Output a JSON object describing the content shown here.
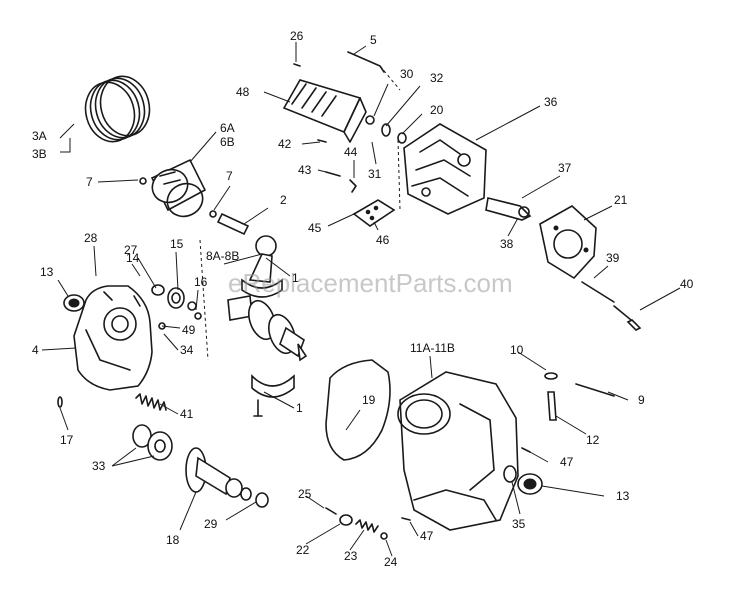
{
  "callouts": {
    "c5": "5",
    "c26": "26",
    "c30": "30",
    "c32": "32",
    "c48": "48",
    "c36": "36",
    "c20": "20",
    "c3a": "3A",
    "c3b": "3B",
    "c6a": "6A",
    "c6b": "6B",
    "c42": "42",
    "c44": "44",
    "c43": "43",
    "c31": "31",
    "c37": "37",
    "c7a": "7",
    "c7b": "7",
    "c2": "2",
    "c45": "45",
    "c46": "46",
    "c38": "38",
    "c21": "21",
    "c28": "28",
    "c27": "27",
    "c15": "15",
    "c8": "8A-8B",
    "c14": "14",
    "c16": "16",
    "c1a": "1",
    "c39": "39",
    "c40": "40",
    "c13a": "13",
    "c49": "49",
    "c34": "34",
    "c4": "4",
    "c11": "11A-11B",
    "c10": "10",
    "c9": "9",
    "c41": "41",
    "c1b": "1",
    "c19": "19",
    "c17": "17",
    "c12": "12",
    "c33": "33",
    "c47a": "47",
    "c13b": "13",
    "c35": "35",
    "c18": "18",
    "c29": "29",
    "c25": "25",
    "c47b": "47",
    "c22": "22",
    "c23": "23",
    "c24": "24"
  },
  "watermark": "eReplacementParts.com"
}
